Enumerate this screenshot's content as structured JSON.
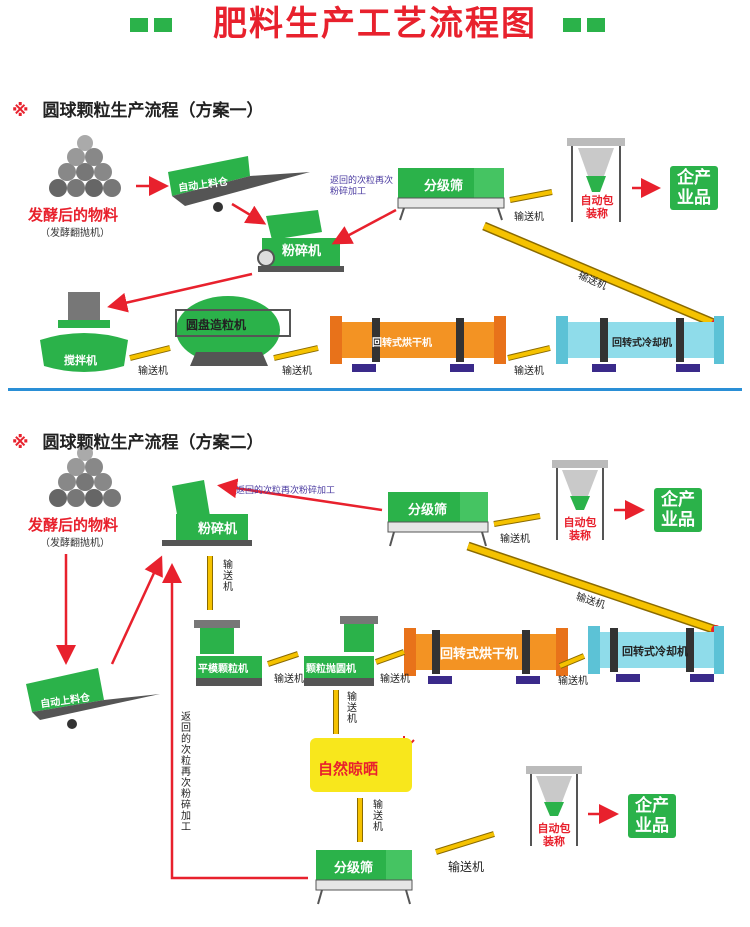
{
  "title": "肥料生产工艺流程图",
  "colors": {
    "title_red": "#e8212d",
    "accent_green": "#2bb24a",
    "divider_blue": "#2a8fd6",
    "dryer_orange": "#f39323",
    "cooler_cyan": "#8fdcea"
  },
  "section1": {
    "mark": "※",
    "heading": "圆球颗粒生产流程（方案一）",
    "raw_material": "发酵后的物料",
    "raw_material_sub": "（发酵翻抛机）",
    "auto_feeder": "自动上料仓",
    "crusher": "粉碎机",
    "return_note": "返回的次粒再次粉碎加工",
    "screener": "分级筛",
    "conveyor": "输送机",
    "packer": "自动包装称",
    "product": "企产业品",
    "mixer": "搅拌机",
    "granulator": "圆盘造粒机",
    "dryer": "回转式烘干机",
    "cooler": "回转式冷却机"
  },
  "section2": {
    "mark": "※",
    "heading": "圆球颗粒生产流程（方案二）",
    "raw_material": "发酵后的物料",
    "raw_material_sub": "（发酵翻抛机）",
    "crusher": "粉碎机",
    "return_note_top": "返回的次粒再次粉碎加工",
    "screener": "分级筛",
    "conveyor": "输送机",
    "packer": "自动包装称",
    "product": "企产业品",
    "auto_feeder": "自动上料仓",
    "flat_granulator": "平模颗粒机",
    "polisher": "颗粒抛圆机",
    "dryer": "回转式烘干机",
    "cooler": "回转式冷却机",
    "sun_dry": "自然晾晒",
    "return_note_vertical": "返回的次粒再次粉碎加工",
    "screener_bottom": "分级筛",
    "packer_bottom": "自动包装称",
    "product_bottom": "企产业品"
  }
}
